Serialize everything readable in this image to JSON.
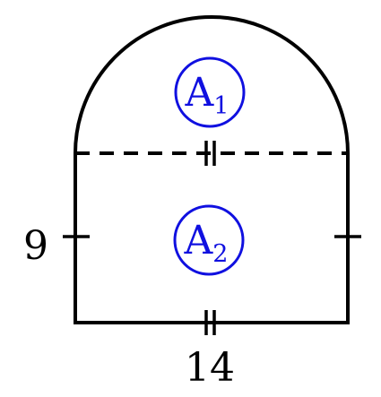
{
  "diagram": {
    "height_label": "9",
    "width_label": "14",
    "regions": [
      {
        "letter": "A",
        "subscript": "1"
      },
      {
        "letter": "A",
        "subscript": "2"
      }
    ],
    "colors": {
      "outline": "#000000",
      "region_label": "#1010e0"
    }
  }
}
